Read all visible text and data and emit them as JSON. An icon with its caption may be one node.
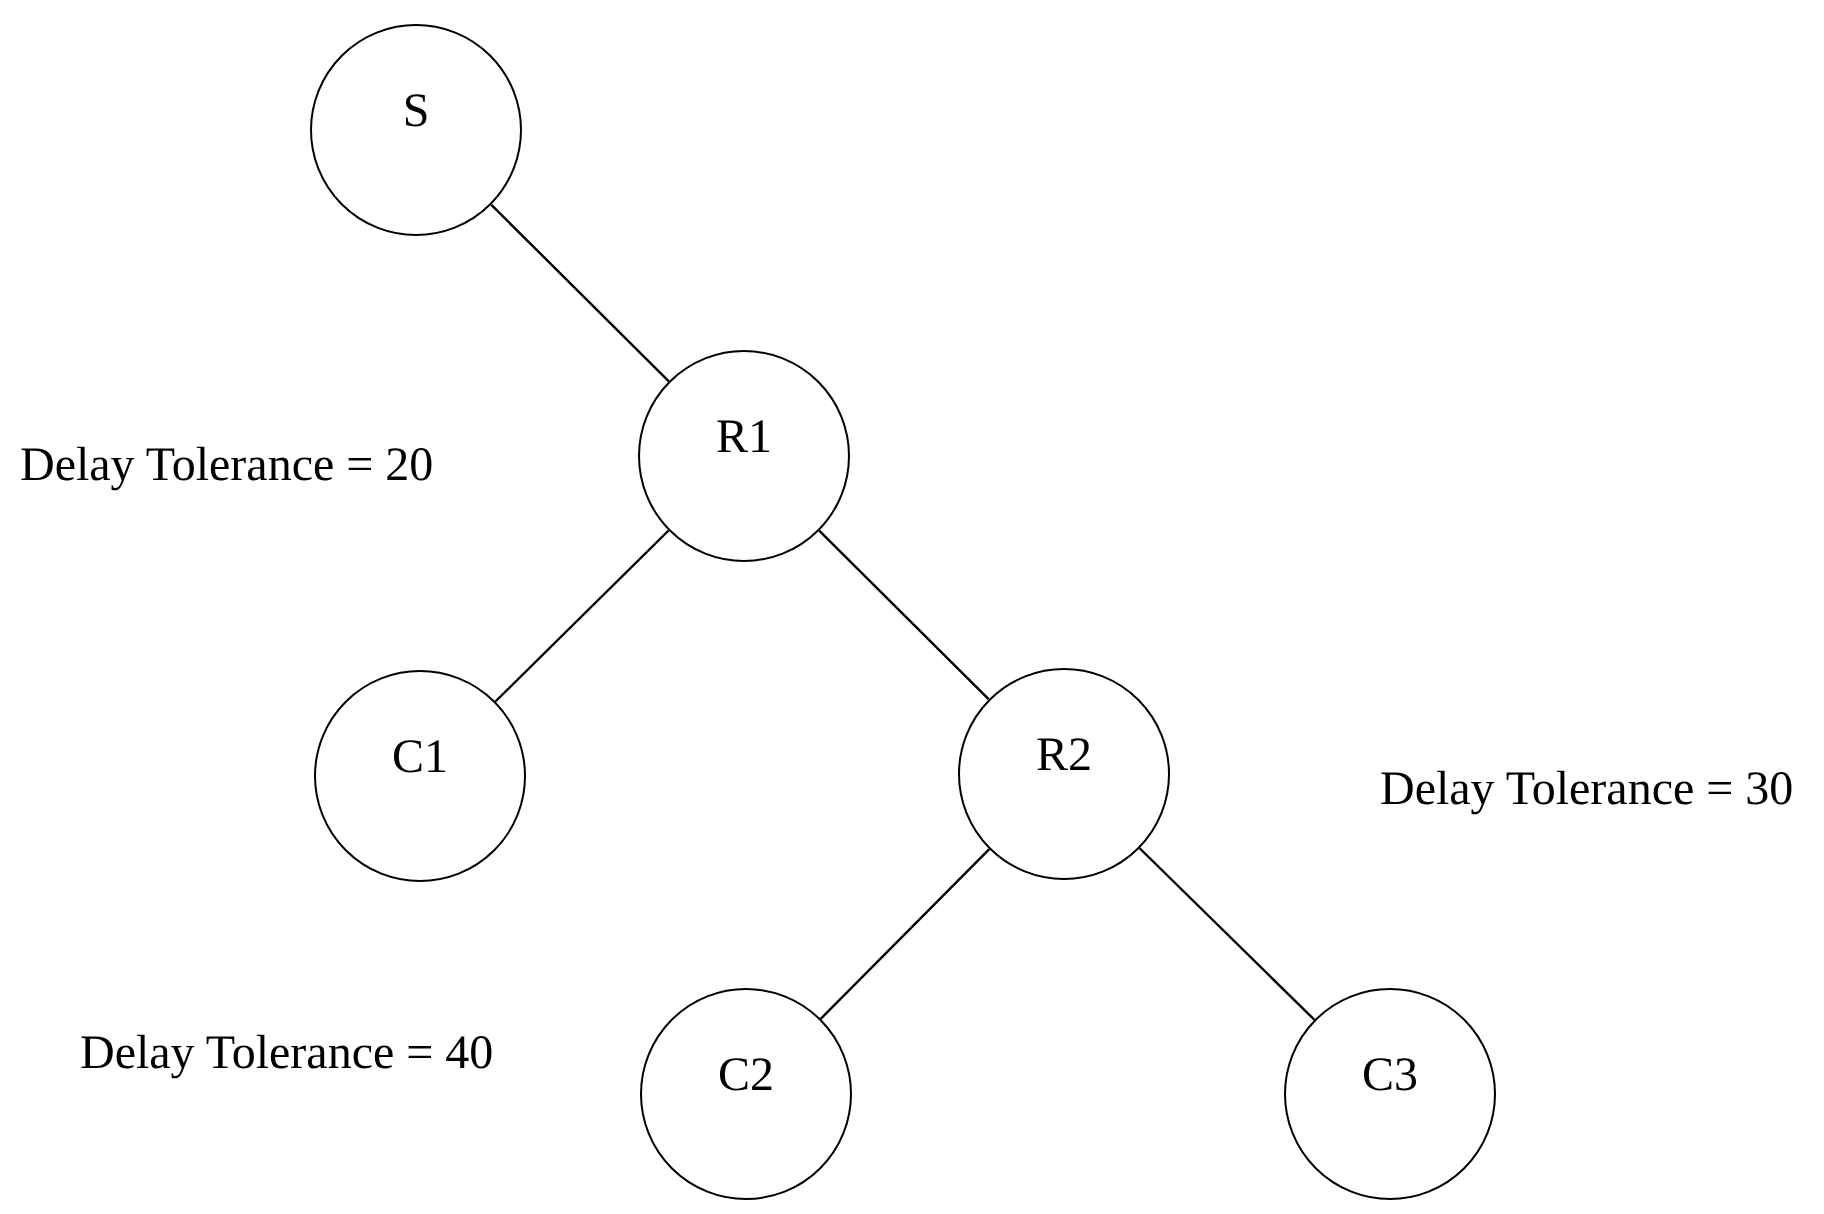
{
  "diagram": {
    "nodes": [
      {
        "text": [
          "S"
        ]
      },
      {
        "text": [
          "R1"
        ]
      },
      {
        "text": [
          "C1"
        ]
      },
      {
        "text": [
          "R2"
        ]
      },
      {
        "text": [
          "C2"
        ]
      },
      {
        "text": [
          "C3"
        ]
      }
    ],
    "edges": [
      {
        "from": 0,
        "to": 1,
        "arrow": "none"
      },
      {
        "from": 1,
        "to": 2,
        "arrow": "none"
      },
      {
        "from": 1,
        "to": 3,
        "arrow": "none"
      },
      {
        "from": 3,
        "to": 4,
        "arrow": "none"
      },
      {
        "from": 3,
        "to": 5,
        "arrow": "none"
      }
    ],
    "labels": [
      "Delay Tolerance = 20",
      "Delay Tolerance = 30",
      "Delay Tolerance = 40"
    ]
  }
}
